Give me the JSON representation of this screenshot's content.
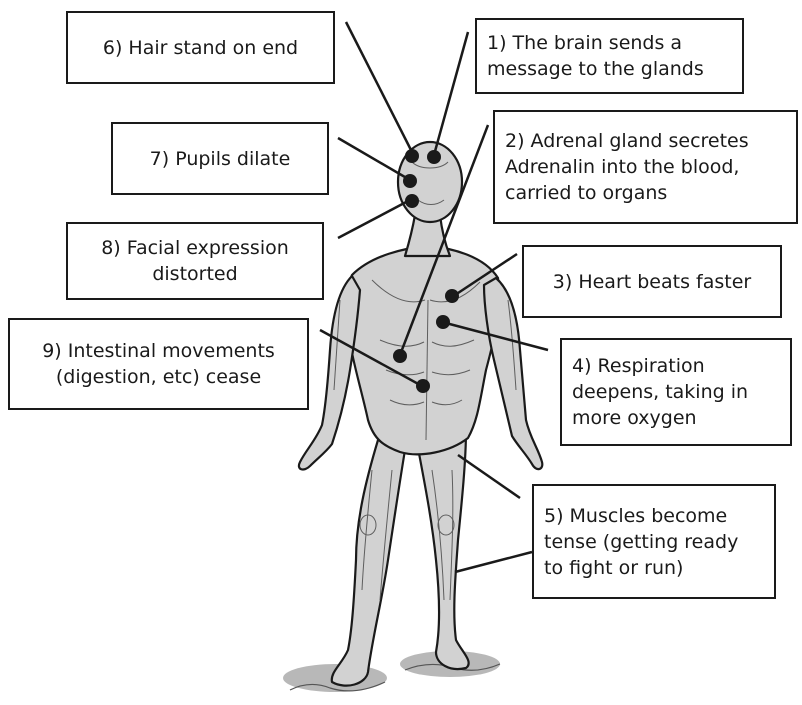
{
  "colors": {
    "ink": "#1a1a1a",
    "skin": "#cfcfcf",
    "muscle": "#5a5a5a",
    "ground": "#888888"
  },
  "figure": {
    "icon": "human-muscular-system-engraving"
  },
  "labels": [
    {
      "id": "6",
      "lines": [
        "6) Hair stand on end"
      ]
    },
    {
      "id": "1",
      "lines": [
        "1) The brain sends a",
        "message to the glands"
      ]
    },
    {
      "id": "7",
      "lines": [
        "7) Pupils dilate"
      ]
    },
    {
      "id": "2",
      "lines": [
        "2) Adrenal gland secretes",
        "Adrenalin into the blood,",
        "carried to organs"
      ]
    },
    {
      "id": "8",
      "lines": [
        "8) Facial expression",
        "distorted"
      ]
    },
    {
      "id": "3",
      "lines": [
        "3) Heart beats faster"
      ]
    },
    {
      "id": "9",
      "lines": [
        "9) Intestinal movements",
        "(digestion, etc) cease"
      ]
    },
    {
      "id": "4",
      "lines": [
        "4) Respiration",
        "deepens, taking in",
        "more oxygen"
      ]
    },
    {
      "id": "5",
      "lines": [
        "5) Muscles become",
        "tense (getting ready",
        "to fight or run)"
      ]
    }
  ]
}
